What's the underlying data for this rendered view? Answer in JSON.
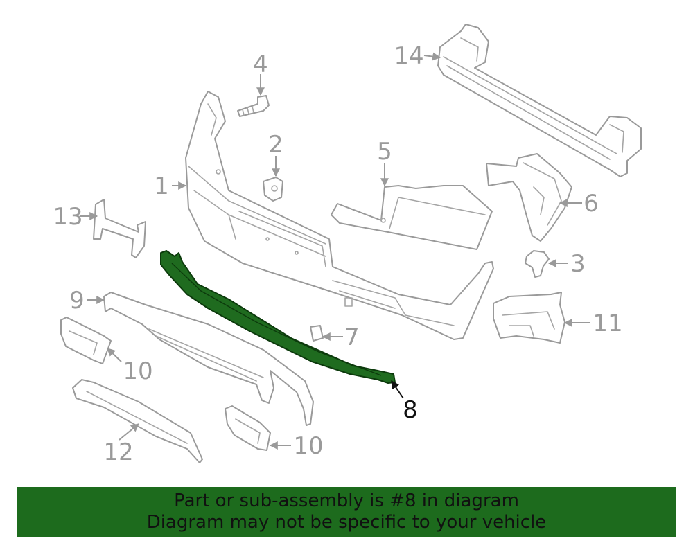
{
  "callouts": {
    "c1": "1",
    "c2": "2",
    "c3": "3",
    "c4": "4",
    "c5": "5",
    "c6": "6",
    "c7": "7",
    "c8": "8",
    "c9": "9",
    "c10a": "10",
    "c10b": "10",
    "c11": "11",
    "c12": "12",
    "c13": "13",
    "c14": "14"
  },
  "highlight": {
    "part_number": "8",
    "color": "#1f6b1f"
  },
  "banner": {
    "line1": "Part or sub-assembly is #8 in diagram",
    "line2": "Diagram may not be specific to your vehicle",
    "background": "#1d6b1d"
  }
}
